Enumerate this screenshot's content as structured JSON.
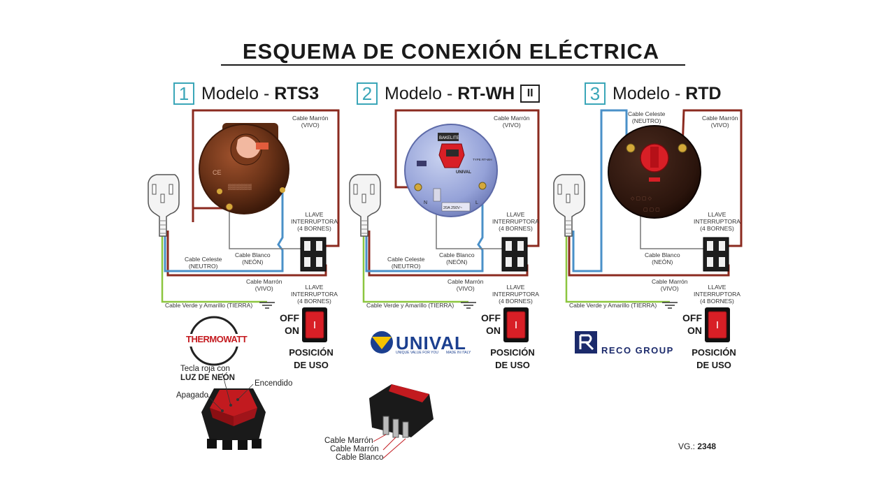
{
  "title": "ESQUEMA DE CONEXIÓN ELÉCTRICA",
  "models": [
    {
      "number": "1",
      "prefix": "Modelo - ",
      "name": "RTS3",
      "badge": ""
    },
    {
      "number": "2",
      "prefix": "Modelo - ",
      "name": "RT-WH",
      "badge": "II"
    },
    {
      "number": "3",
      "prefix": "Modelo - ",
      "name": "RTD",
      "badge": ""
    }
  ],
  "labels": {
    "cable_marron": "Cable Marrón",
    "vivo": "(VIVO)",
    "cable_celeste": "Cable Celeste",
    "neutro": "(NEUTRO)",
    "cable_blanco": "Cable Blanco",
    "neon": "(NEÓN)",
    "cable_tierra": "Cable Verde y Amarillo (TIERRA)",
    "llave": "LLAVE",
    "interruptora": "INTERRUPTORA",
    "bornes": "(4 BORNES)",
    "off": "OFF",
    "on": "ON",
    "posicion": "POSICIÓN",
    "de_uso": "DE USO"
  },
  "thermostat": {
    "bakelite": "BAKELITE",
    "n": "N",
    "l": "L",
    "rating": "20A 250V~",
    "type": "TYPE RT-WH"
  },
  "brands": {
    "thermowatt": "THERMOWATT",
    "unival": "UNIVAL",
    "unival_tagline": "UNIQUE VALUE FOR YOU",
    "unival_made": "MADE IN ITALY",
    "reco": "RECO GROUP"
  },
  "switch_detail": {
    "tecla_line1": "Tecla roja con",
    "tecla_line2": "LUZ DE NEÓN",
    "encendido": "Encendido",
    "apagado": "Apagado"
  },
  "switch_cables": [
    "Cable Marrón",
    "Cable Marrón",
    "Cable Blanco"
  ],
  "ref": {
    "label": "VG.: ",
    "value": "2348"
  },
  "colors": {
    "brown_wire": "#8b2a1f",
    "blue_wire": "#4a90c8",
    "ground_wire": "#8cc63f",
    "accent_teal": "#3aa6b8",
    "switch_red": "#d81f26"
  }
}
